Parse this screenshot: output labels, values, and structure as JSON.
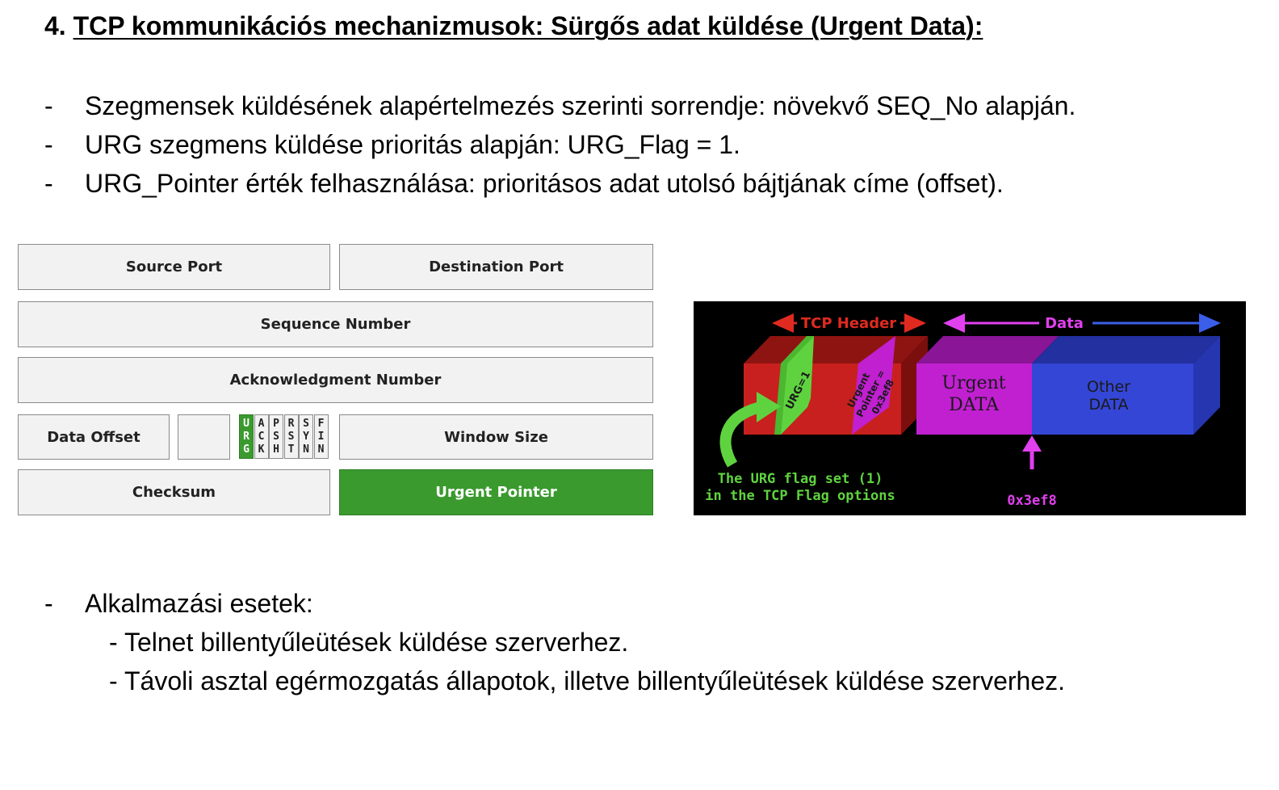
{
  "title": {
    "number": "4.",
    "text": "TCP kommunikációs mechanizmusok: Sürgős adat küldése (Urgent Data):"
  },
  "bullets_top": [
    {
      "dash": "-",
      "text": "Szegmensek küldésének alapértelmezés szerinti sorrendje: növekvő SEQ_No alapján."
    },
    {
      "dash": "-",
      "text": "URG szegmens küldése prioritás alapján: URG_Flag = 1."
    },
    {
      "dash": "-",
      "text": "URG_Pointer érték felhasználása: prioritásos adat utolsó bájtjának címe (offset)."
    }
  ],
  "tcp_header": {
    "source_port": "Source Port",
    "destination_port": "Destination Port",
    "sequence_number": "Sequence Number",
    "ack_number": "Acknowledgment Number",
    "data_offset": "Data Offset",
    "window_size": "Window Size",
    "checksum": "Checksum",
    "urgent_pointer": "Urgent Pointer",
    "flags": [
      {
        "letters": [
          "U",
          "R",
          "G"
        ],
        "active": true
      },
      {
        "letters": [
          "A",
          "C",
          "K"
        ],
        "active": false
      },
      {
        "letters": [
          "P",
          "S",
          "H"
        ],
        "active": false
      },
      {
        "letters": [
          "R",
          "S",
          "T"
        ],
        "active": false
      },
      {
        "letters": [
          "S",
          "Y",
          "N"
        ],
        "active": false
      },
      {
        "letters": [
          "F",
          "I",
          "N"
        ],
        "active": false
      }
    ],
    "highlight_color": "#3a9a2e"
  },
  "segment_diagram": {
    "tcp_header_label": "TCP Header",
    "data_label": "Data",
    "urg_flag_label": "URG=1",
    "urgent_pointer_label": [
      "Urgent",
      "Pointer =",
      "0x3ef8"
    ],
    "urgent_data_label": [
      "Urgent",
      "DATA"
    ],
    "other_data_label": [
      "Other",
      "DATA"
    ],
    "caption": [
      "The URG flag set (1)",
      "in the TCP Flag options"
    ],
    "pointer_value": "0x3ef8",
    "colors": {
      "header": "#c8201e",
      "flag": "#5fd33f",
      "urgent": "#c020d0",
      "other": "#3446d6"
    }
  },
  "bullets_bottom": [
    {
      "dash": "-",
      "text": "Alkalmazási esetek:",
      "sub": false
    },
    {
      "dash": "-",
      "text": "- Telnet billentyűleütések küldése szerverhez.",
      "sub": true
    },
    {
      "dash": "-",
      "text": "- Távoli asztal egérmozgatás állapotok, illetve billentyűleütések küldése szerverhez.",
      "sub": true
    }
  ]
}
